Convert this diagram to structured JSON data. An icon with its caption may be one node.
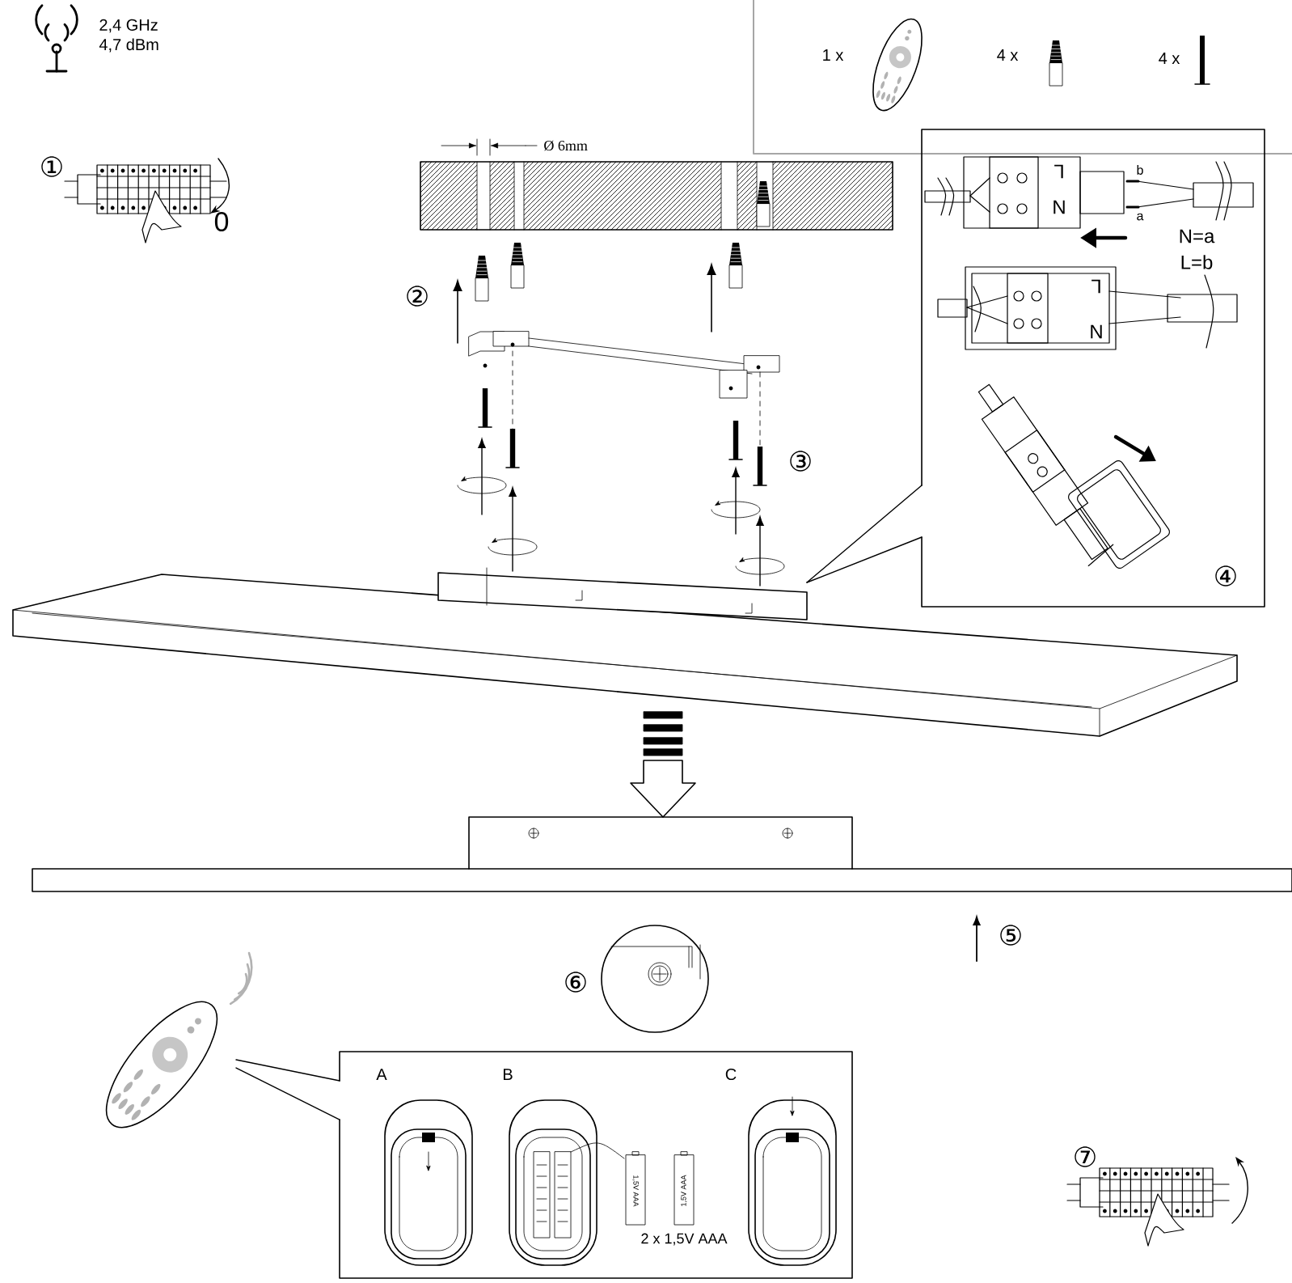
{
  "diagram": {
    "nodes": [
      {
        "text": [
          "1 x",
          "4 x",
          "4 x"
        ]
      },
      {
        "text": [
          "L",
          "N",
          "b",
          "a",
          "N=a",
          "L=b",
          "L",
          "N",
          "④"
        ]
      },
      {
        "text": [],
        "shape": "box"
      },
      {
        "text": [],
        "shape": "picture"
      },
      {
        "text": [
          "A",
          "B",
          "C",
          "1,5V AAA",
          "1,5V AAA",
          "2 x 1,5V AAA"
        ]
      }
    ],
    "edges": [
      {
        "from": 2,
        "to": 1,
        "arrow": "none"
      },
      {
        "from": 2,
        "to": 1,
        "arrow": "none"
      },
      {
        "from": 3,
        "to": 4,
        "arrow": "none"
      },
      {
        "from": 3,
        "to": 4,
        "arrow": "none"
      }
    ],
    "labels": [
      "2,4 GHz",
      "4,7 dBm",
      "①",
      "0",
      "Ø 6mm",
      "②",
      "③",
      "⑤",
      "⑥",
      "⑦"
    ]
  }
}
